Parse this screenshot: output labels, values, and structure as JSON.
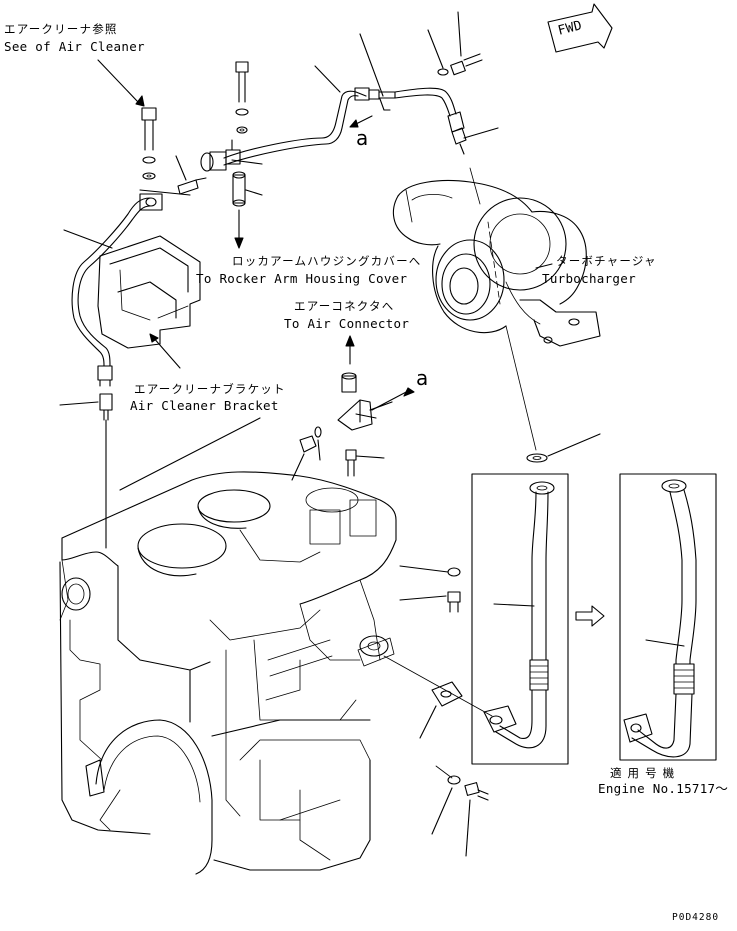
{
  "labels": {
    "air_cleaner_ref_jp": "エアークリーナ参照",
    "air_cleaner_ref_en": "See of Air Cleaner",
    "rocker_cover_jp": "ロッカアームハウジングカバーへ",
    "rocker_cover_en": "To Rocker Arm Housing Cover",
    "turbo_jp": "ターボチャージャ",
    "turbo_en": "Turbocharger",
    "air_connector_jp": "エアーコネクタへ",
    "air_connector_en": "To Air Connector",
    "bracket_jp": "エアークリーナブラケット",
    "bracket_en": "Air Cleaner Bracket",
    "applicable_jp": "適 用 号 機",
    "engine_no": "Engine No.15717～",
    "fwd": "FWD",
    "ref_a_top": "a",
    "ref_a_mid": "a",
    "drawing_code": "P0D4280"
  }
}
